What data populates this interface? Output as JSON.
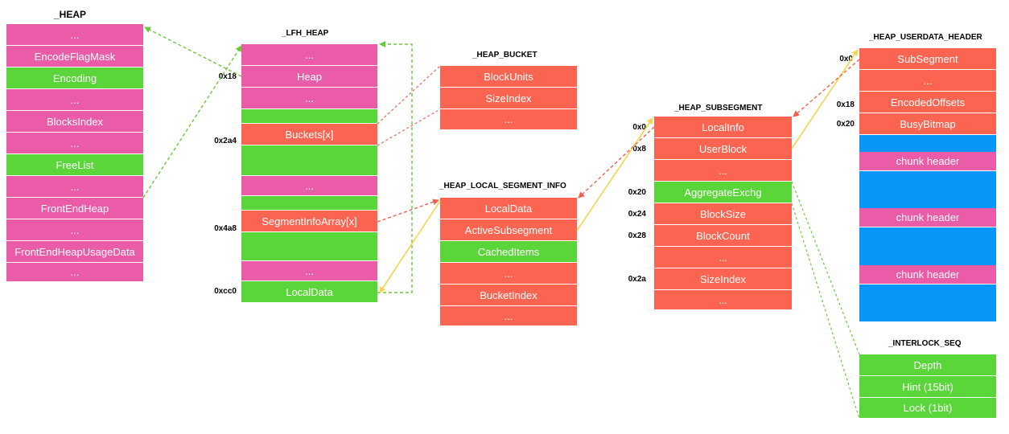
{
  "heap": {
    "title": "_HEAP",
    "fields": [
      {
        "label": "...",
        "color": "pink"
      },
      {
        "label": "EncodeFlagMask",
        "color": "pink"
      },
      {
        "label": "Encoding",
        "color": "green"
      },
      {
        "label": "...",
        "color": "pink"
      },
      {
        "label": "BlocksIndex",
        "color": "pink"
      },
      {
        "label": "...",
        "color": "pink"
      },
      {
        "label": "FreeList",
        "color": "green"
      },
      {
        "label": "...",
        "color": "pink"
      },
      {
        "label": "FrontEndHeap",
        "color": "pink"
      },
      {
        "label": "...",
        "color": "pink"
      },
      {
        "label": "FrontEndHeapUsageData",
        "color": "pink"
      },
      {
        "label": "...",
        "color": "pink"
      }
    ]
  },
  "lfh_heap": {
    "title": "_LFH_HEAP",
    "fields": [
      {
        "label": "...",
        "color": "pink"
      },
      {
        "label": "Heap",
        "color": "pink",
        "offset": "0x18"
      },
      {
        "label": "...",
        "color": "pink"
      },
      {
        "label": "",
        "color": "green"
      },
      {
        "label": "Buckets[x]",
        "color": "red",
        "offset": "0x2a4"
      },
      {
        "label": "",
        "color": "green"
      },
      {
        "label": "...",
        "color": "pink"
      },
      {
        "label": "",
        "color": "green"
      },
      {
        "label": "SegmentInfoArray[x]",
        "color": "red",
        "offset": "0x4a8"
      },
      {
        "label": "",
        "color": "green"
      },
      {
        "label": "...",
        "color": "pink"
      },
      {
        "label": "LocalData",
        "color": "green",
        "offset": "0xcc0"
      }
    ]
  },
  "heap_bucket": {
    "title": "_HEAP_BUCKET",
    "fields": [
      {
        "label": "BlockUnits",
        "color": "red"
      },
      {
        "label": "SizeIndex",
        "color": "red"
      },
      {
        "label": "...",
        "color": "red"
      }
    ]
  },
  "local_segment_info": {
    "title": "_HEAP_LOCAL_SEGMENT_INFO",
    "fields": [
      {
        "label": "LocalData",
        "color": "red"
      },
      {
        "label": "ActiveSubsegment",
        "color": "red"
      },
      {
        "label": "CachedItems",
        "color": "green"
      },
      {
        "label": "...",
        "color": "red"
      },
      {
        "label": "BucketIndex",
        "color": "red"
      },
      {
        "label": "...",
        "color": "red"
      }
    ]
  },
  "subsegment": {
    "title": "_HEAP_SUBSEGMENT",
    "fields": [
      {
        "label": "LocalInfo",
        "color": "red",
        "offset": "0x0"
      },
      {
        "label": "UserBlock",
        "color": "red",
        "offset": "0x8"
      },
      {
        "label": "...",
        "color": "red"
      },
      {
        "label": "AggregateExchg",
        "color": "green",
        "offset": "0x20"
      },
      {
        "label": "BlockSize",
        "color": "red",
        "offset": "0x24"
      },
      {
        "label": "BlockCount",
        "color": "red",
        "offset": "0x28"
      },
      {
        "label": "...",
        "color": "red"
      },
      {
        "label": "SizeIndex",
        "color": "red",
        "offset": "0x2a"
      },
      {
        "label": "...",
        "color": "red"
      }
    ]
  },
  "userdata_header": {
    "title": "_HEAP_USERDATA_HEADER",
    "fields": [
      {
        "label": "SubSegment",
        "color": "red",
        "offset": "0x0"
      },
      {
        "label": "...",
        "color": "red"
      },
      {
        "label": "EncodedOffsets",
        "color": "red",
        "offset": "0x18"
      },
      {
        "label": "BusyBitmap",
        "color": "red",
        "offset": "0x20"
      }
    ],
    "chunk_label": "chunk header"
  },
  "interlock_seq": {
    "title": "_INTERLOCK_SEQ",
    "fields": [
      {
        "label": "Depth",
        "color": "green"
      },
      {
        "label": "Hint (15bit)",
        "color": "green"
      },
      {
        "label": "Lock (1bit)",
        "color": "green"
      }
    ]
  },
  "colors": {
    "pink": "#ea5ca8",
    "green": "#5bd63a",
    "red": "#fa6450",
    "blue": "#0a96f8",
    "link_green": "#6cc83c",
    "link_red": "#f06050",
    "link_yellow": "#f2d64b"
  }
}
